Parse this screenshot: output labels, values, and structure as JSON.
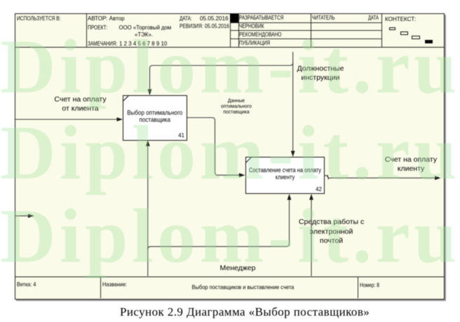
{
  "colors": {
    "paper": "#fbfbe9",
    "line": "#3d3d3d",
    "watermark": "rgba(158, 224, 153, 0.33)"
  },
  "header": {
    "used_in_label": "ИСПОЛЬЗУЕТСЯ В:",
    "author_label": "АВТОР:",
    "author_value": "Автор",
    "project_label": "ПРОЕКТ:",
    "project_value_line1": "ООО «Торговый дом",
    "project_value_line2": "«ТЭК».",
    "notes_label": "ЗАМЕЧАНИЯ:",
    "notes_numbers": "1 2 3 4 5 6 7 8 9 10",
    "date_label": "ДАТА:",
    "date_value": "05.05.2016",
    "revision_label": "РЕВИЗИЯ:",
    "revision_value": "05.05.2016",
    "status": [
      "РАЗРАБАТЫВАЕТСЯ",
      "ЧЕРНОВИК",
      "РЕКОМЕНДОВАНО",
      "ПУБЛИКАЦИЯ"
    ],
    "reader_label": "ЧИТАТЕЛЬ",
    "reader_date_label": "ДАТА",
    "context_label": "КОНТЕКСТ:"
  },
  "diagram": {
    "boxes": [
      {
        "line1": "Выбор оптимального",
        "line2": "поставщика",
        "number": "41"
      },
      {
        "line1": "Составление счета на оплату",
        "line2": "клиенту",
        "number": "42"
      }
    ],
    "labels": {
      "input1": "Счет на оплату",
      "input2": "от клиента",
      "control1": "Должностные",
      "control2": "инструкции",
      "link1": "Данные",
      "link2": "оптимального",
      "link3": "поставщика",
      "output1": "Счет на оплату",
      "output2": "клиенту",
      "mech2a": "Средства работы с",
      "mech2b": "электронной",
      "mech2c": "почтой",
      "mech1": "Менеджер"
    }
  },
  "footer": {
    "branch": "Ветка: 4",
    "name_label": "Название:",
    "name_value": "Выбор поставщиков и выставление счета",
    "number": "Номер: 8"
  },
  "caption": "Рисунок 2.9 Диаграмма «Выбор поставщиков»",
  "watermark": {
    "text": "Diplom-it.ru"
  }
}
